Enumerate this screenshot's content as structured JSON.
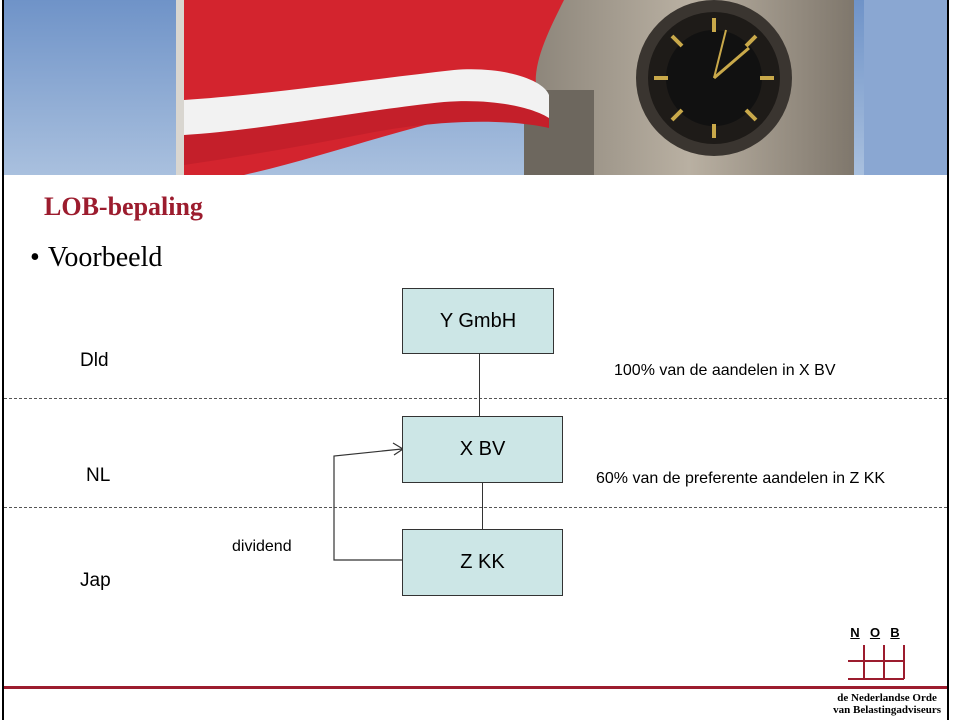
{
  "slide": {
    "title": "LOB-bepaling",
    "bullet": "Voorbeeld"
  },
  "diagram": {
    "regions": [
      "Dld",
      "NL",
      "Jap"
    ],
    "entities": [
      "Y GmbH",
      "X BV",
      "Z KK"
    ],
    "notes": {
      "y_to_x": "100% van de aandelen in X BV",
      "x_to_z": "60% van de preferente aandelen in Z KK",
      "flow": "dividend"
    }
  },
  "logo": {
    "letters": [
      "N",
      "O",
      "B"
    ],
    "org_line1": "de Nederlandse Orde",
    "org_line2": "van Belastingadviseurs"
  },
  "colors": {
    "title": "#9c1c2e",
    "box_fill": "#cce6e6",
    "footer_line": "#9c1c2e"
  }
}
